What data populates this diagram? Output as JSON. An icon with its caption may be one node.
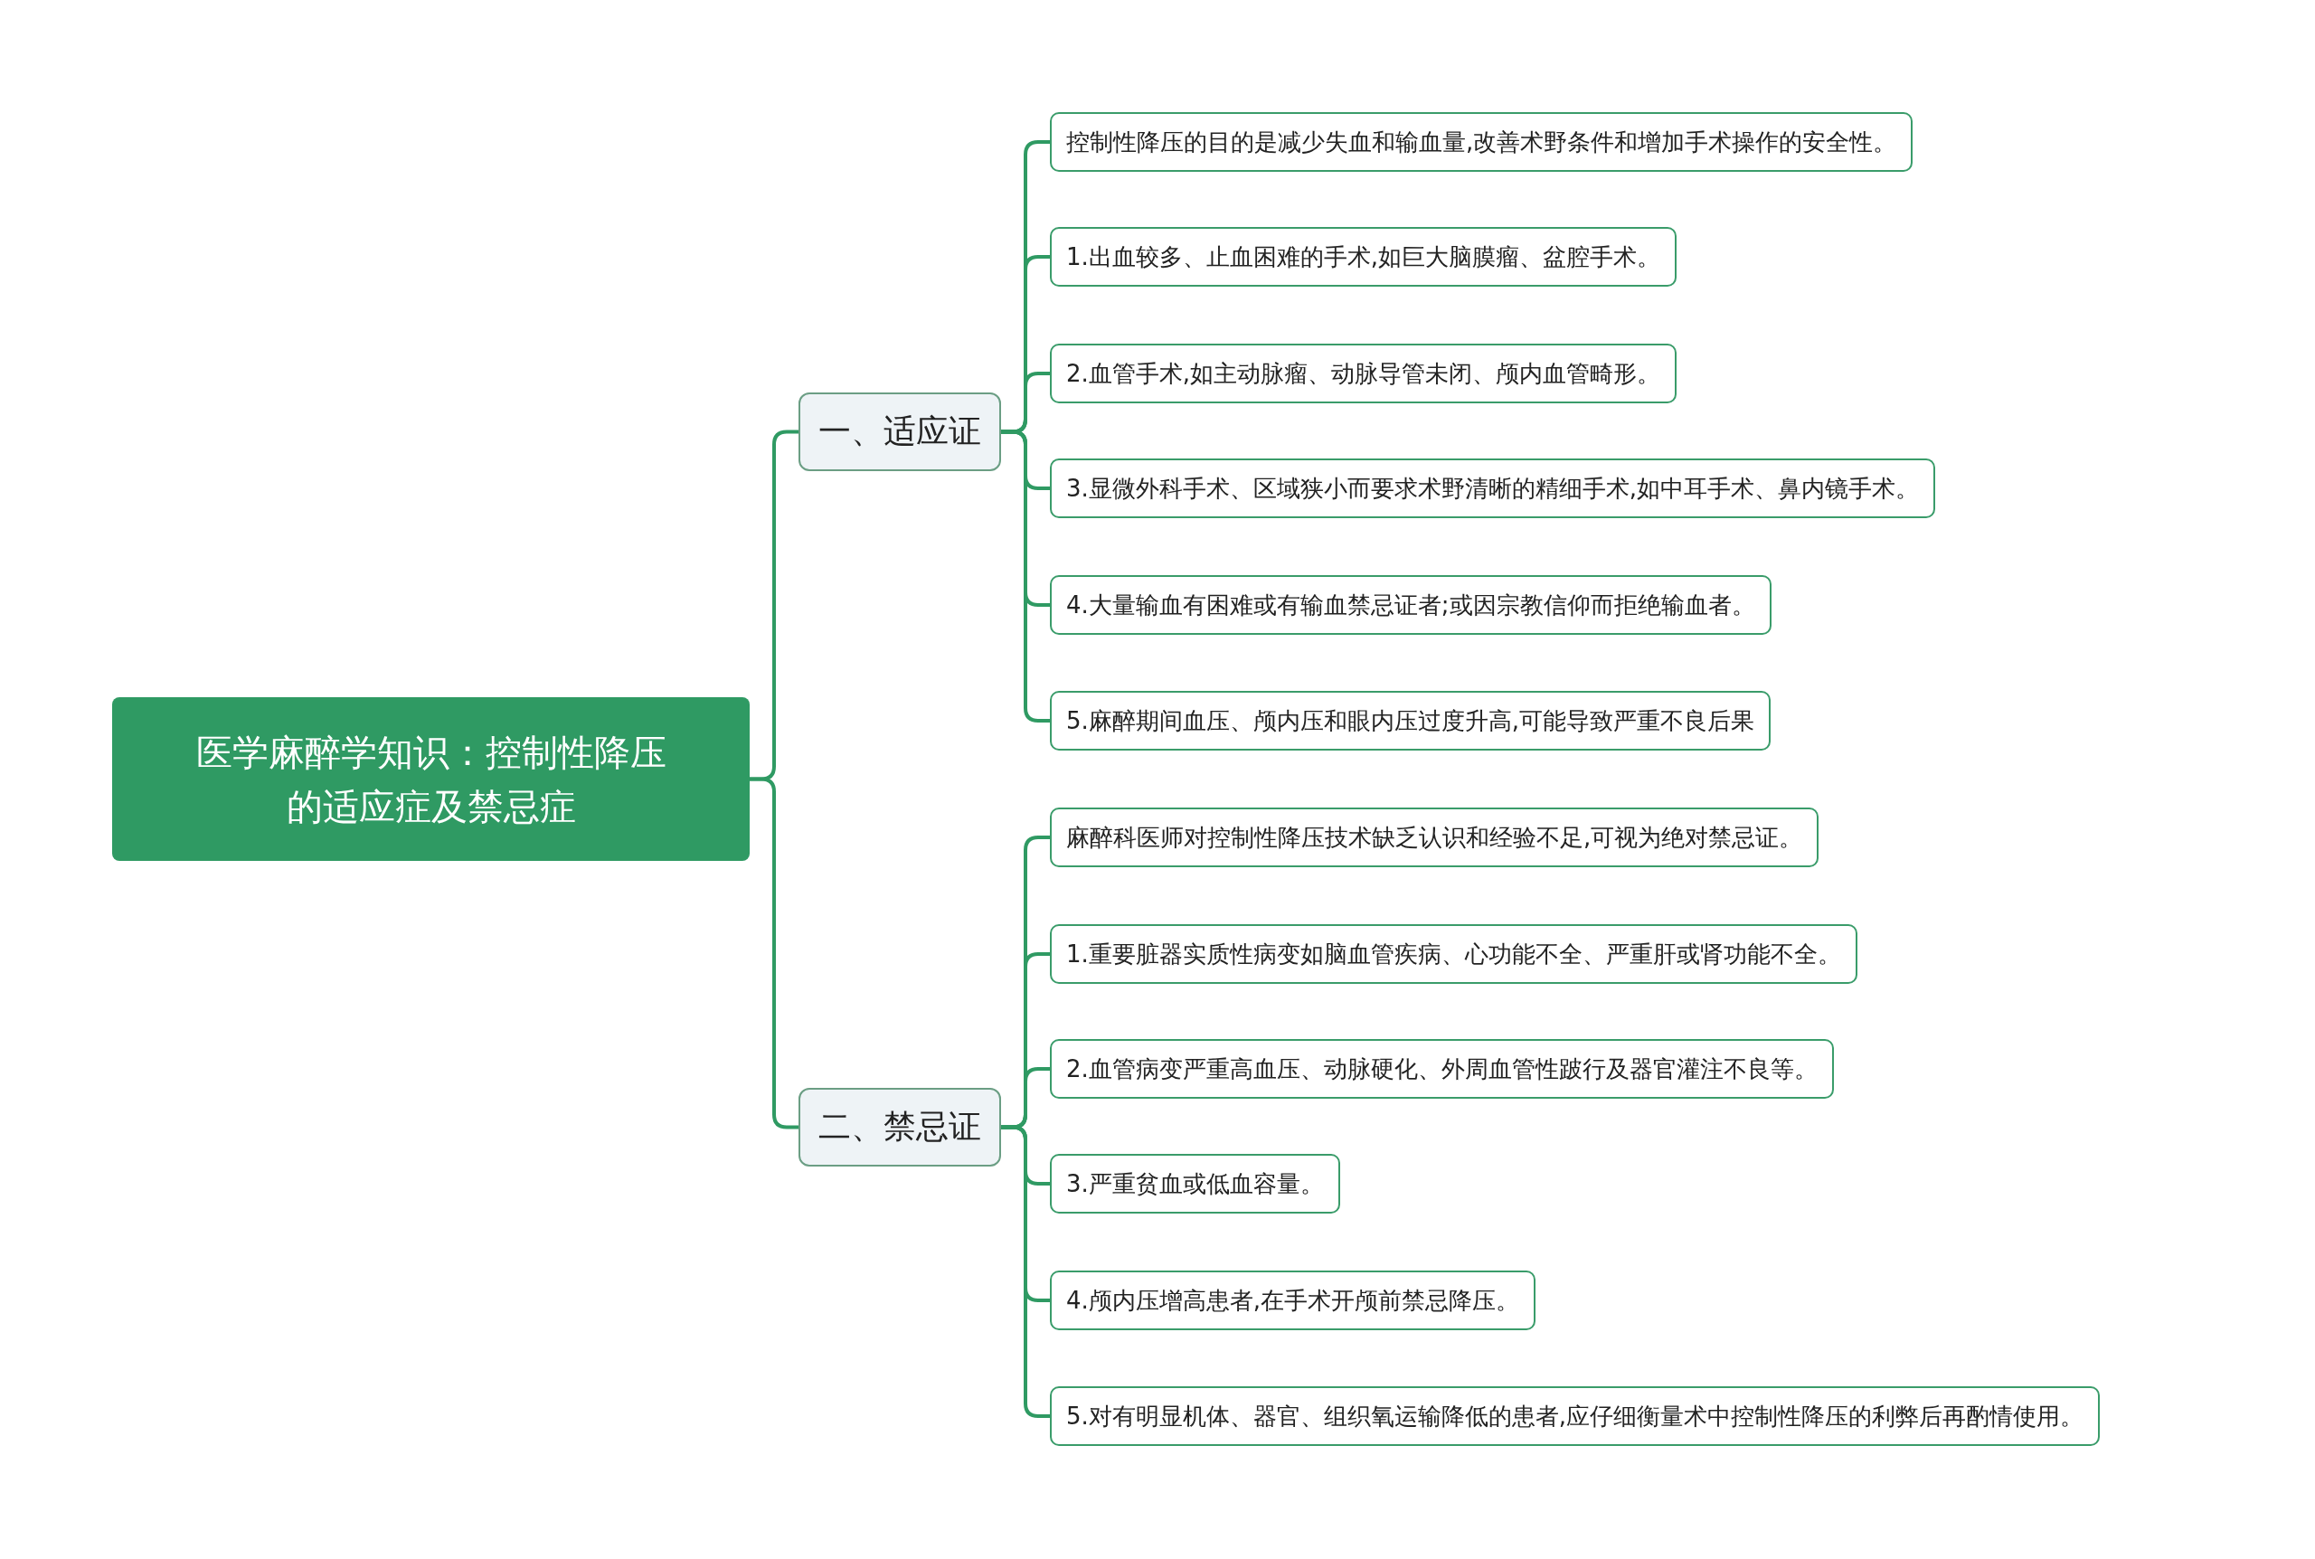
{
  "diagram": {
    "nodes": [
      {
        "text": [
          "医学麻醉学知识：控制性降压的适应症及禁忌症"
        ]
      },
      {
        "text": [
          "一、适应证"
        ]
      },
      {
        "text": [
          "控制性降压的目的是减少失血和输血量,改善术野条件和增加手术操作的安全性。"
        ]
      },
      {
        "text": [
          "1.出血较多、止血困难的手术,如巨大脑膜瘤、盆腔手术。"
        ]
      },
      {
        "text": [
          "2.血管手术,如主动脉瘤、动脉导管未闭、颅内血管畸形。"
        ]
      },
      {
        "text": [
          "3.显微外科手术、区域狭小而要求术野清晰的精细手术,如中耳手术、鼻内镜手术。"
        ]
      },
      {
        "text": [
          "4.大量输血有困难或有输血禁忌证者;或因宗教信仰而拒绝输血者。"
        ]
      },
      {
        "text": [
          "5.麻醉期间血压、颅内压和眼内压过度升高,可能导致严重不良后果"
        ]
      },
      {
        "text": [
          "二、禁忌证"
        ]
      },
      {
        "text": [
          "麻醉科医师对控制性降压技术缺乏认识和经验不足,可视为绝对禁忌证。"
        ]
      },
      {
        "text": [
          "1.重要脏器实质性病变如脑血管疾病、心功能不全、严重肝或肾功能不全。"
        ]
      },
      {
        "text": [
          "2.血管病变严重高血压、动脉硬化、外周血管性跛行及器官灌注不良等。"
        ]
      },
      {
        "text": [
          "3.严重贫血或低血容量。"
        ]
      },
      {
        "text": [
          "4.颅内压增高患者,在手术开颅前禁忌降压。"
        ]
      },
      {
        "text": [
          "5.对有明显机体、器官、组织氧运输降低的患者,应仔细衡量术中控制性降压的利弊后再酌情使用。"
        ]
      }
    ],
    "edges": [
      {
        "from": 0,
        "to": 1,
        "arrow": "none"
      },
      {
        "from": 1,
        "to": 2,
        "arrow": "none"
      },
      {
        "from": 1,
        "to": 3,
        "arrow": "none"
      },
      {
        "from": 1,
        "to": 4,
        "arrow": "none"
      },
      {
        "from": 1,
        "to": 5,
        "arrow": "none"
      },
      {
        "from": 1,
        "to": 6,
        "arrow": "none"
      },
      {
        "from": 1,
        "to": 7,
        "arrow": "none"
      },
      {
        "from": 0,
        "to": 8,
        "arrow": "none"
      },
      {
        "from": 8,
        "to": 9,
        "arrow": "none"
      },
      {
        "from": 8,
        "to": 10,
        "arrow": "none"
      },
      {
        "from": 8,
        "to": 11,
        "arrow": "none"
      },
      {
        "from": 8,
        "to": 12,
        "arrow": "none"
      },
      {
        "from": 8,
        "to": 13,
        "arrow": "none"
      },
      {
        "from": 8,
        "to": 14,
        "arrow": "none"
      }
    ]
  }
}
